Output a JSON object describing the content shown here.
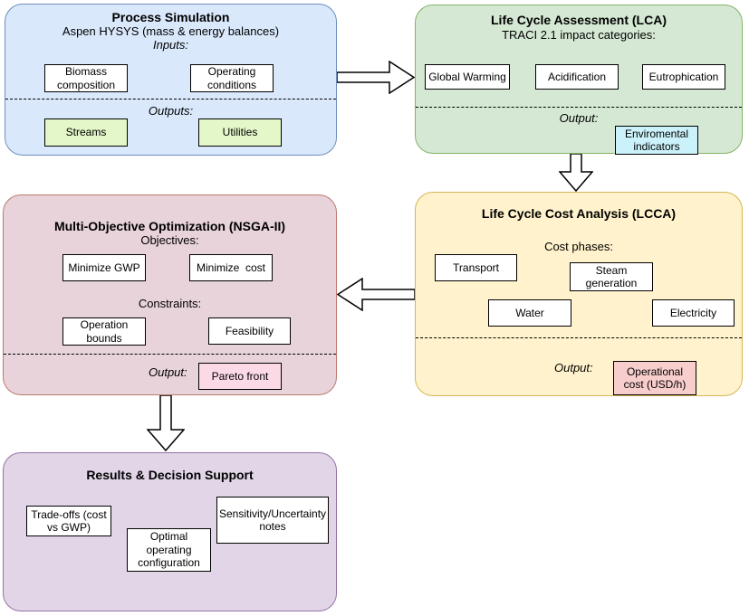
{
  "nodes": {
    "process": {
      "title": "Process Simulation",
      "subtitle": "Aspen HYSYS (mass & energy balances)",
      "inputs_label": "Inputs:",
      "inputs": [
        "Biomass composition",
        "Operating conditions"
      ],
      "outputs_label": "Outputs:",
      "outputs": [
        "Streams",
        "Utilities"
      ]
    },
    "lca": {
      "title": "Life Cycle Assessment (LCA)",
      "subtitle": "TRACI 2.1 impact categories:",
      "categories": [
        "Global Warming",
        "Acidification",
        "Eutrophication"
      ],
      "output_label": "Output:",
      "output": "Enviromental indicators"
    },
    "lcca": {
      "title": "Life Cycle Cost Analysis (LCCA)",
      "subtitle": "Cost phases:",
      "phases": [
        "Transport",
        "Steam generation",
        "Water",
        "Electricity"
      ],
      "output_label": "Output:",
      "output": "Operational cost (USD/h)"
    },
    "moo": {
      "title": "Multi-Objective Optimization (NSGA-II)",
      "objectives_label": "Objectives:",
      "objectives": [
        "Minimize GWP",
        "Minimize  cost"
      ],
      "constraints_label": "Constraints:",
      "constraints": [
        "Operation bounds",
        "Feasibility"
      ],
      "output_label": "Output:",
      "output": "Pareto front"
    },
    "results": {
      "title": "Results & Decision Support",
      "items": [
        "Trade-offs (cost vs GWP)",
        "Optimal operating configuration",
        "Sensitivity/Uncertainty notes"
      ]
    }
  },
  "colors": {
    "process_fill": "#dae8fc",
    "process_stroke": "#6c8ebf",
    "lca_fill": "#d5e8d4",
    "lca_stroke": "#82b366",
    "lcca_fill": "#fff2cc",
    "lcca_stroke": "#d6b656",
    "moo_fill": "#e8d3db",
    "moo_stroke": "#bd7a70",
    "results_fill": "#e1d5e7",
    "results_stroke": "#9673a6",
    "streams_utilities_fill": "#e3f7c8",
    "environmental_indicators_fill": "#cbf2fa",
    "operational_cost_fill": "#f8cecc",
    "pareto_front_fill": "#fcd9e6",
    "inner_chip_fill": "#ffffff",
    "inner_chip_stroke": "#000000"
  }
}
